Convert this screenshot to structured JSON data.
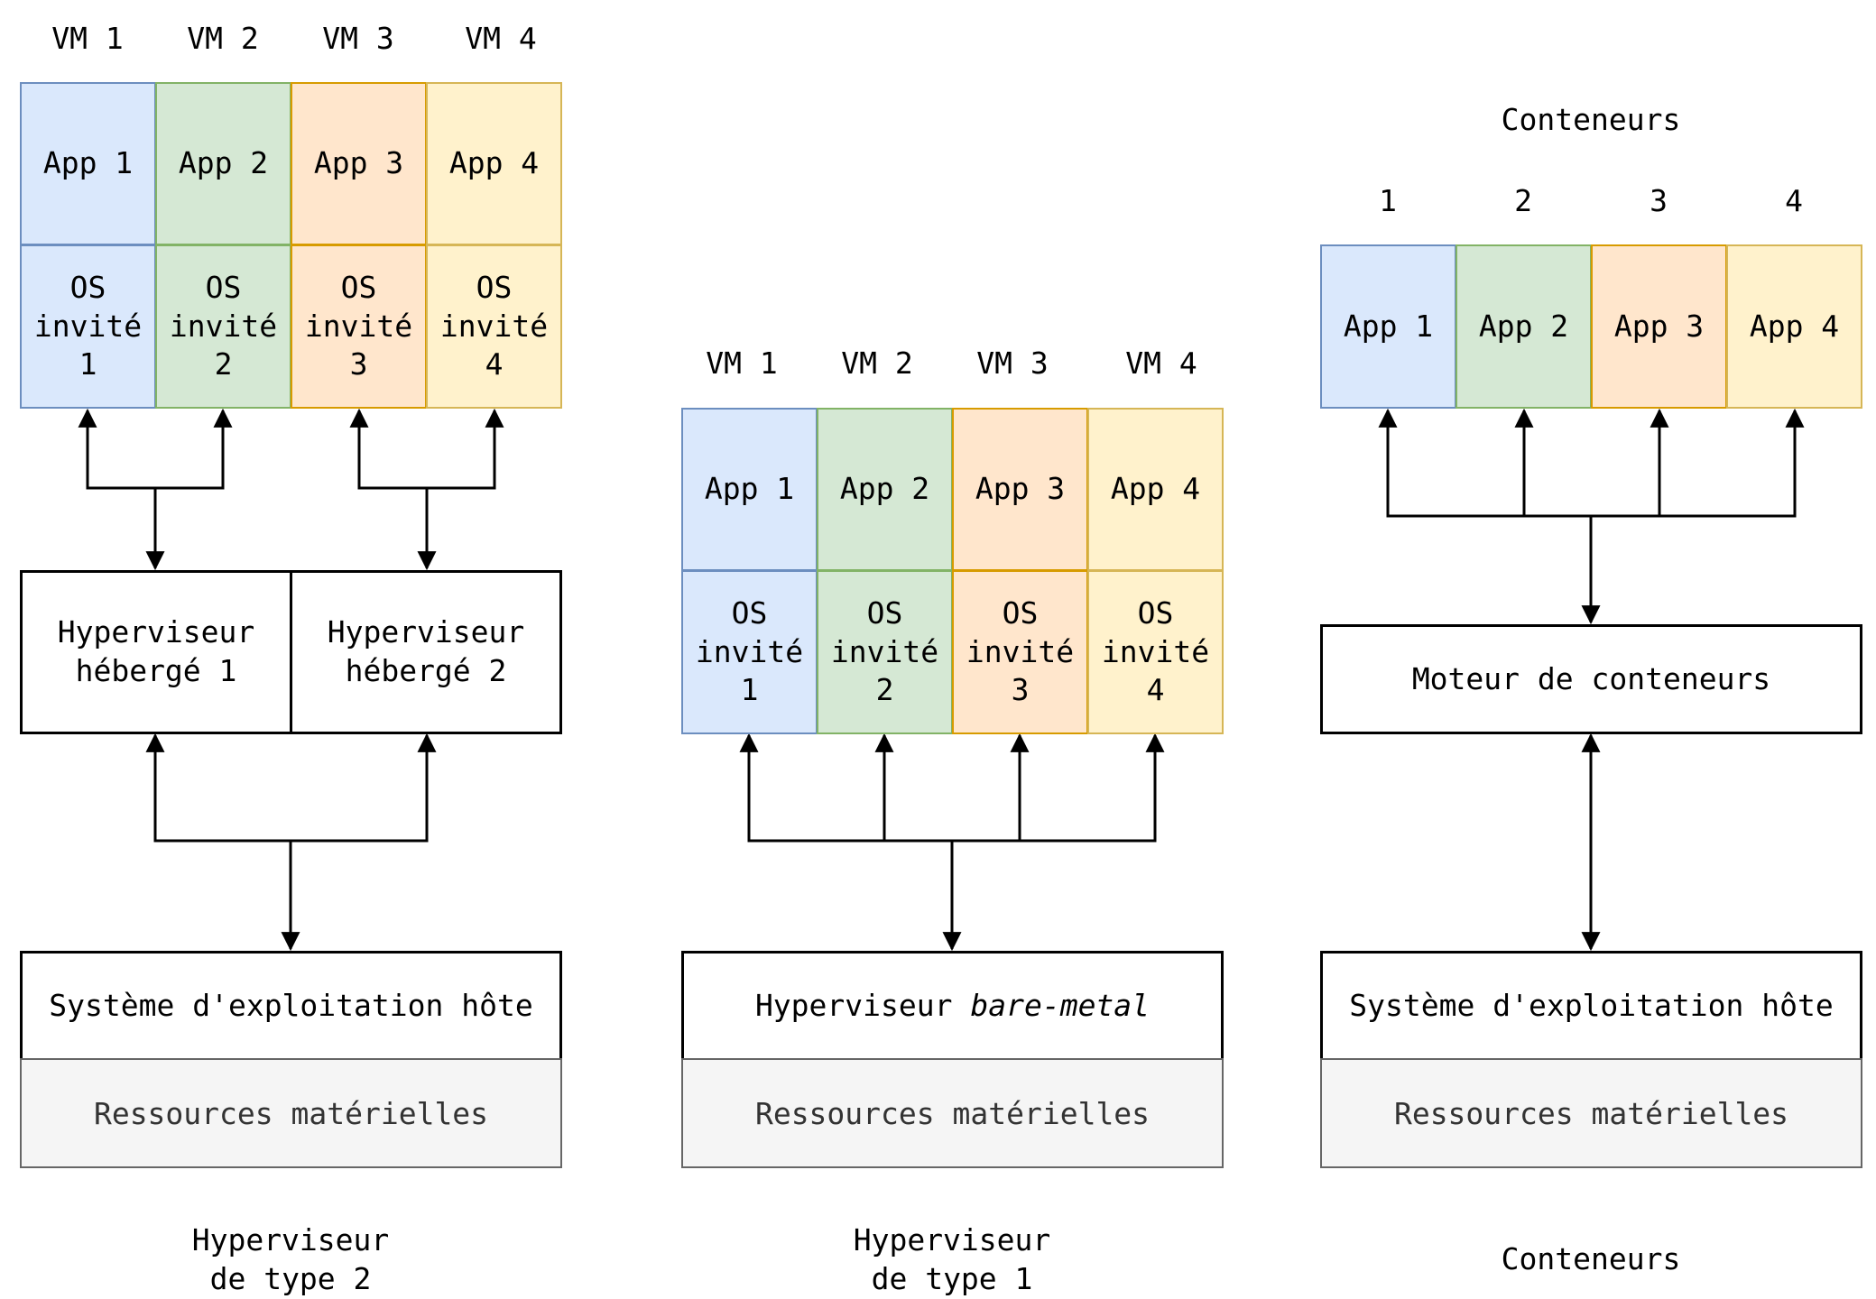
{
  "type2": {
    "vm_labels": [
      "VM 1",
      "VM 2",
      "VM 3",
      "VM 4"
    ],
    "apps": [
      "App 1",
      "App 2",
      "App 3",
      "App 4"
    ],
    "os": [
      [
        "OS",
        "invité",
        "1"
      ],
      [
        "OS",
        "invité",
        "2"
      ],
      [
        "OS",
        "invité",
        "3"
      ],
      [
        "OS",
        "invité",
        "4"
      ]
    ],
    "hypervisor_1": [
      "Hyperviseur",
      "hébergé 1"
    ],
    "hypervisor_2": [
      "Hyperviseur",
      "hébergé 2"
    ],
    "host_os": "Système d'exploitation hôte",
    "hardware": "Ressources matérielles",
    "caption": [
      "Hyperviseur",
      "de type 2"
    ]
  },
  "type1": {
    "vm_labels": [
      "VM 1",
      "VM 2",
      "VM 3",
      "VM 4"
    ],
    "apps": [
      "App 1",
      "App 2",
      "App 3",
      "App 4"
    ],
    "os": [
      [
        "OS",
        "invité",
        "1"
      ],
      [
        "OS",
        "invité",
        "2"
      ],
      [
        "OS",
        "invité",
        "3"
      ],
      [
        "OS",
        "invité",
        "4"
      ]
    ],
    "hypervisor_prefix": "Hyperviseur ",
    "hypervisor_italic": "bare-metal",
    "hardware": "Ressources matérielles",
    "caption": [
      "Hyperviseur",
      "de type 1"
    ]
  },
  "containers": {
    "header": "Conteneurs",
    "numbers": [
      "1",
      "2",
      "3",
      "4"
    ],
    "apps": [
      "App 1",
      "App 2",
      "App 3",
      "App 4"
    ],
    "engine": "Moteur de conteneurs",
    "host_os": "Système d'exploitation hôte",
    "hardware": "Ressources matérielles",
    "caption": "Conteneurs"
  },
  "colors": {
    "blue": "#dae8fc",
    "green": "#d5e8d4",
    "orange": "#ffe6cc",
    "yellow": "#fff2cc",
    "hardware": "#f5f5f5"
  }
}
